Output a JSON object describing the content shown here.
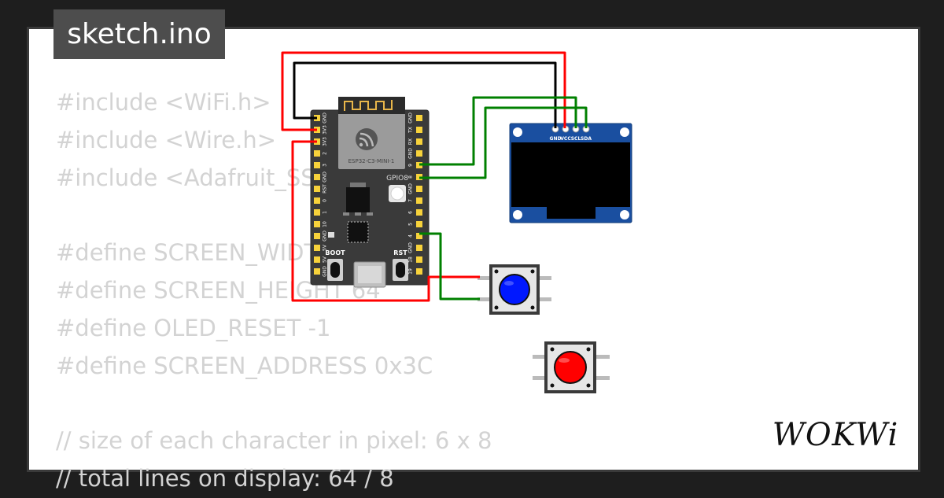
{
  "file_tab": {
    "title": "sketch.ino"
  },
  "code_lines": [
    "#include <WiFi.h>",
    "#include <Wire.h>",
    "#include <Adafruit_SSD1306.h>",
    "",
    "#define SCREEN_WIDTH 128",
    "#define SCREEN_HEIGHT 64",
    "#define OLED_RESET -1",
    "#define SCREEN_ADDRESS 0x3C",
    "",
    "// size of each character in pixel: 6 x 8",
    "// total lines on display: 64 / 8"
  ],
  "board": {
    "module_label": "ESP32-C3-MINI-1",
    "gpio_label": "GPIO8",
    "boot_label": "BOOT",
    "rst_label": "RST",
    "left_pins": [
      "GND",
      "3V3",
      "3V3",
      "2",
      "3",
      "GND",
      "RST",
      "0",
      "1",
      "10",
      "GND",
      "5V",
      "5V",
      "GND"
    ],
    "right_pins": [
      "GND",
      "TX",
      "RX",
      "GND",
      "9",
      "8",
      "GND",
      "7",
      "6",
      "5",
      "4",
      "GND",
      "18",
      "19"
    ]
  },
  "oled": {
    "pins": [
      "GND",
      "VCC",
      "SCL",
      "SDA"
    ]
  },
  "buttons": [
    {
      "color": "#0018ff"
    },
    {
      "color": "#ff0000"
    }
  ],
  "wires": {
    "power_color": "#ff0000",
    "ground_color": "#000000",
    "signal_color": "#008000"
  },
  "brand": {
    "logo_text": "WOKWi"
  }
}
